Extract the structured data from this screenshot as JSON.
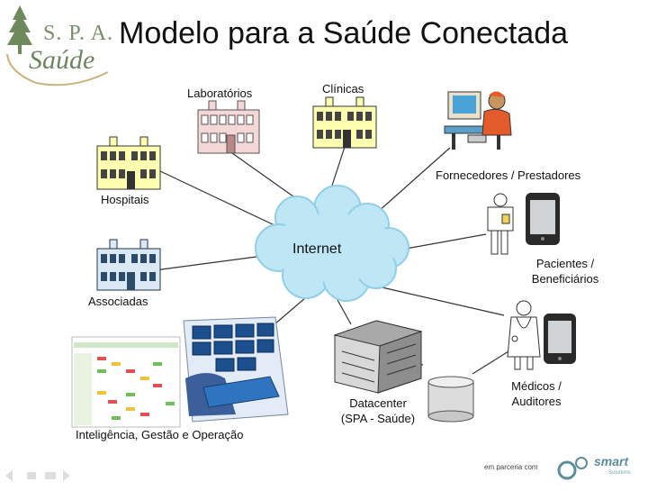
{
  "title": "Modelo para a Saúde Conectada",
  "logo": {
    "line1": "S. P. A.",
    "line2": "Saúde"
  },
  "nodes": {
    "laboratorios": "Laboratórios",
    "clinicas": "Clínicas",
    "hospitais": "Hospitais",
    "associadas": "Associadas",
    "fornecedores": "Fornecedores / Prestadores",
    "pacientes": [
      "Pacientes /",
      "Beneficiários"
    ],
    "medicos": [
      "Médicos /",
      "Auditores"
    ],
    "datacenter": [
      "Datacenter",
      "(SPA - Saúde)"
    ],
    "inteligencia": "Inteligência, Gestão e Operação",
    "internet": "Internet"
  },
  "footer": {
    "partner": "em parceria com",
    "brand": "smart",
    "brand_sub": "Solutions"
  },
  "colors": {
    "cloud": "#bfe6f5",
    "cloud_edge": "#8fcfe9",
    "building_yellow": "#ffffb0",
    "building_pink": "#f4d8d8",
    "building_blue": "#dbe9f7",
    "brand": "#5a8f9a"
  }
}
